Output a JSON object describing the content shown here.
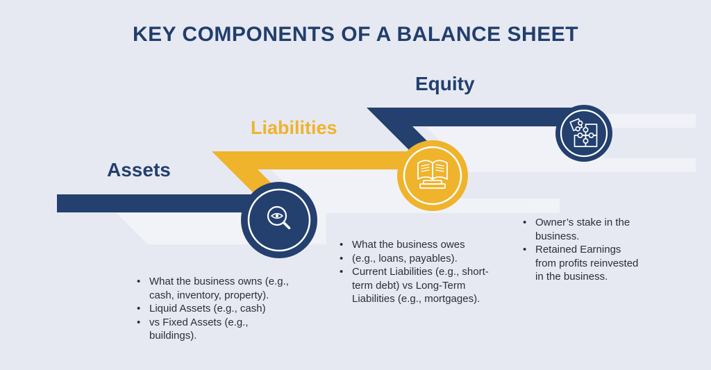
{
  "title": "KEY COMPONENTS OF A BALANCE SHEET",
  "colors": {
    "background": "#e7e9f2",
    "navy": "#23406e",
    "yellow": "#efb32c",
    "title_text": "#213e6d",
    "body_text": "#2a2d38",
    "icon_stroke": "#ffffff",
    "ghost_band": "#f3f4fa"
  },
  "sections": [
    {
      "label": "Assets",
      "color": "#23406e",
      "icon": "magnifier-eye-icon",
      "bullets": [
        "What the business owns (e.g., cash, inventory, property).",
        "Liquid Assets (e.g., cash)",
        "vs Fixed Assets (e.g., buildings)."
      ]
    },
    {
      "label": "Liabilities",
      "color": "#efb32c",
      "icon": "open-book-icon",
      "bullets": [
        "What the business owes",
        "(e.g., loans, payables).",
        "Current Liabilities (e.g., short-term debt) vs Long-Term Liabilities (e.g., mortgages)."
      ]
    },
    {
      "label": "Equity",
      "color": "#23406e",
      "icon": "puzzle-icon",
      "bullets": [
        "Owner’s stake in the business.",
        "Retained Earnings from profits reinvested in the business."
      ]
    }
  ]
}
